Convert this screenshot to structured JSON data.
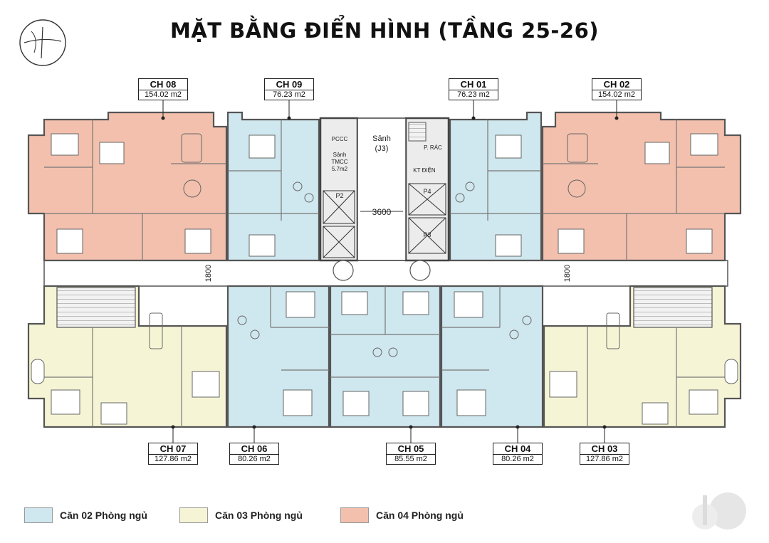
{
  "title": "MẶT BẰNG ĐIỂN HÌNH (TẦNG 25-26)",
  "colors": {
    "two_bed": "#cfe7ee",
    "three_bed": "#f5f5d6",
    "four_bed": "#f2c0ad",
    "corridor": "#ffffff",
    "wall": "#5a5a5a",
    "core": "#e9e9e9"
  },
  "units": {
    "ch08": {
      "name": "CH 08",
      "area": "154.02 m2"
    },
    "ch09": {
      "name": "CH 09",
      "area": "76.23 m2"
    },
    "ch01": {
      "name": "CH 01",
      "area": "76.23 m2"
    },
    "ch02": {
      "name": "CH 02",
      "area": "154.02 m2"
    },
    "ch07": {
      "name": "CH 07",
      "area": "127.86 m2"
    },
    "ch06": {
      "name": "CH 06",
      "area": "80.26 m2"
    },
    "ch05": {
      "name": "CH 05",
      "area": "85.55 m2"
    },
    "ch04": {
      "name": "CH 04",
      "area": "80.26 m2"
    },
    "ch03": {
      "name": "CH 03",
      "area": "127.86 m2"
    }
  },
  "core": {
    "sanh": "Sảnh",
    "sanh_code": "(J3)",
    "pccc": "PCCC",
    "sanh_tmcc": "Sảnh",
    "tmcc": "TMCC",
    "tmcc_area": "5.7m2",
    "p2": "P2",
    "p_rac": "P. RÁC",
    "kt_dien": "KT ĐIỆN",
    "p4": "P4",
    "p3": "P3",
    "dim_3600": "3600",
    "dim_1800_left": "1800",
    "dim_1800_right": "1800"
  },
  "legend": [
    {
      "label": "Căn 02 Phòng ngủ",
      "color": "#cfe7ee"
    },
    {
      "label": "Căn 03 Phòng ngủ",
      "color": "#f5f5d6"
    },
    {
      "label": "Căn 04 Phòng ngủ",
      "color": "#f2c0ad"
    }
  ]
}
